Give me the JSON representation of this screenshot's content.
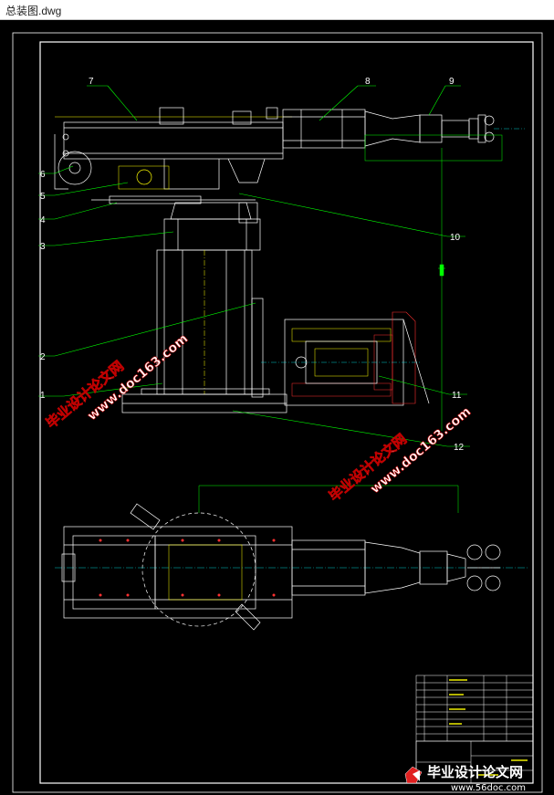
{
  "window": {
    "title": "总装图.dwg"
  },
  "callouts": [
    "1",
    "2",
    "3",
    "4",
    "5",
    "6",
    "7",
    "8",
    "9",
    "10",
    "11",
    "12"
  ],
  "watermarks": {
    "site_name": "毕业设计论文网",
    "site_url": "www.doc163.com"
  },
  "logo": {
    "name": "毕业设计论文网",
    "url": "www.56doc.com"
  },
  "colors": {
    "background": "#000000",
    "lines": "#ffffff",
    "leaders": "#00ff00",
    "parts": "#ffff00",
    "accent": "#ff0000",
    "hidden": "#00ffff"
  }
}
